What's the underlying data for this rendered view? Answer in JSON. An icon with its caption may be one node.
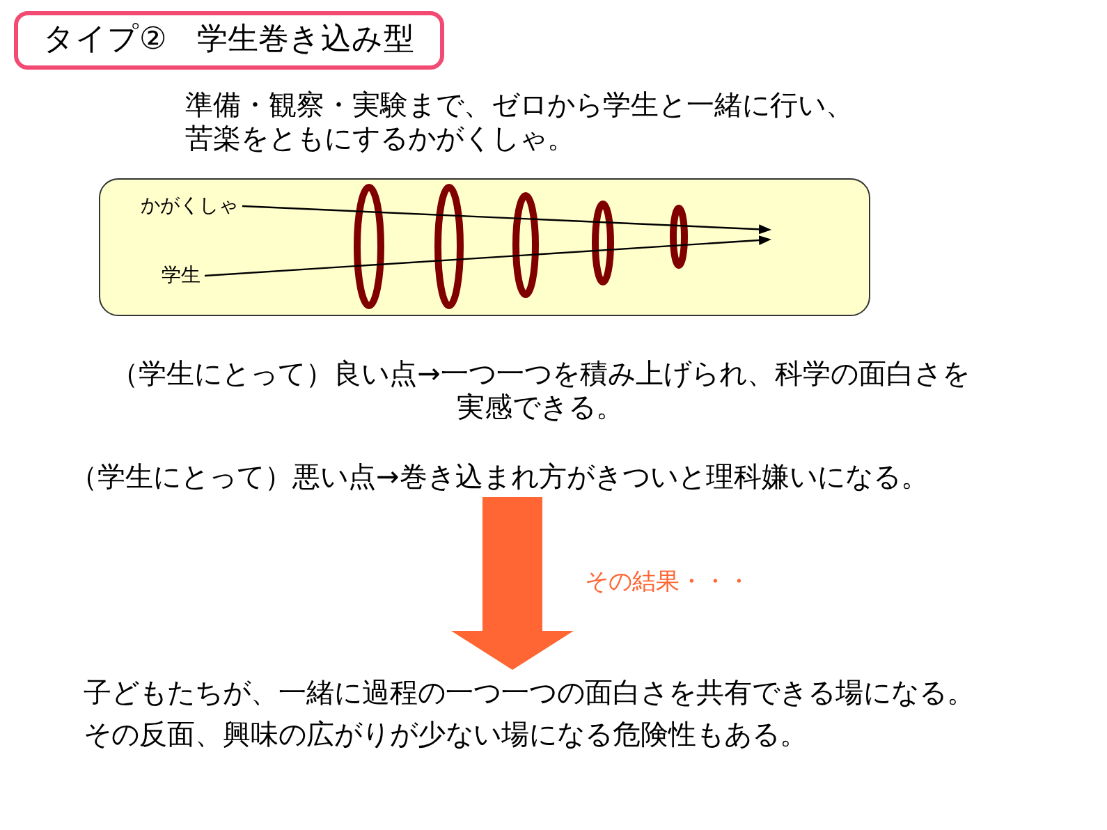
{
  "diagram": {
    "title": "タイプ②　学生巻き込み型",
    "nodes": [
      {
        "text": [],
        "shape": "box"
      },
      {
        "text": [
          "かがくしゃ"
        ],
        "in": 0
      },
      {
        "text": [
          "学生"
        ],
        "in": 0
      },
      {
        "text": [],
        "shape": "ring",
        "in": 0
      },
      {
        "text": [],
        "shape": "ring",
        "in": 0
      },
      {
        "text": [],
        "shape": "ring",
        "in": 0
      },
      {
        "text": [],
        "shape": "ring",
        "in": 0
      },
      {
        "text": [],
        "shape": "ring",
        "in": 0
      },
      {
        "text": [
          "（学生にとって）悪い点→巻き込まれ方がきついと理科嫌いになる。"
        ]
      },
      {
        "text": [
          "子どもたちが、一緒に過程の一つ一つの面白さを共有できる場になる。",
          "その反面、興味の広がりが少ない場になる危険性もある。"
        ]
      }
    ],
    "edges": [
      {
        "from": 1,
        "to": null,
        "arrow": "to"
      },
      {
        "from": 2,
        "to": null,
        "arrow": "to"
      },
      {
        "from": 8,
        "to": 9,
        "arrow": "to",
        "label": "その結果・・・",
        "style": "thick",
        "color": "#ff6633"
      }
    ],
    "labels": [
      "準備・観察・実験まで、ゼロから学生と一緒に行い、苦楽をともにするかがくしゃ。",
      "（学生にとって）良い点→一つ一つを積み上げられ、科学の面白さを実感できる。"
    ]
  }
}
